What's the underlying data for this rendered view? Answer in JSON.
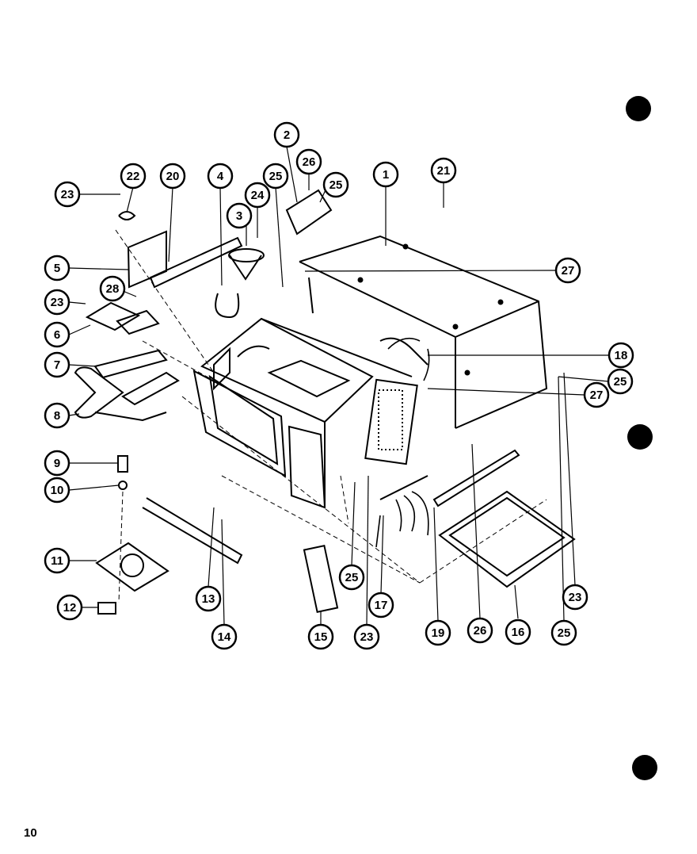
{
  "diagram": {
    "page_number": "10",
    "parts": [
      {
        "id": "p1",
        "label": "1"
      },
      {
        "id": "p2",
        "label": "2"
      },
      {
        "id": "p3",
        "label": "3"
      },
      {
        "id": "p4",
        "label": "4"
      },
      {
        "id": "p5",
        "label": "5"
      },
      {
        "id": "p6",
        "label": "6"
      },
      {
        "id": "p7",
        "label": "7"
      },
      {
        "id": "p8",
        "label": "8"
      },
      {
        "id": "p9",
        "label": "9"
      },
      {
        "id": "p10",
        "label": "10"
      },
      {
        "id": "p11",
        "label": "11"
      },
      {
        "id": "p12",
        "label": "12"
      },
      {
        "id": "p13",
        "label": "13"
      },
      {
        "id": "p14",
        "label": "14"
      },
      {
        "id": "p15",
        "label": "15"
      },
      {
        "id": "p16",
        "label": "16"
      },
      {
        "id": "p17",
        "label": "17"
      },
      {
        "id": "p18",
        "label": "18"
      },
      {
        "id": "p19",
        "label": "19"
      },
      {
        "id": "p20",
        "label": "20"
      },
      {
        "id": "p21",
        "label": "21"
      },
      {
        "id": "p22",
        "label": "22"
      },
      {
        "id": "p23a",
        "label": "23"
      },
      {
        "id": "p23b",
        "label": "23"
      },
      {
        "id": "p23c",
        "label": "23"
      },
      {
        "id": "p23d",
        "label": "23"
      },
      {
        "id": "p24",
        "label": "24"
      },
      {
        "id": "p25a",
        "label": "25"
      },
      {
        "id": "p25b",
        "label": "25"
      },
      {
        "id": "p25c",
        "label": "25"
      },
      {
        "id": "p25d",
        "label": "25"
      },
      {
        "id": "p25e",
        "label": "25"
      },
      {
        "id": "p26a",
        "label": "26"
      },
      {
        "id": "p26b",
        "label": "26"
      },
      {
        "id": "p27a",
        "label": "27"
      },
      {
        "id": "p27b",
        "label": "27"
      },
      {
        "id": "p28",
        "label": "28"
      }
    ]
  }
}
